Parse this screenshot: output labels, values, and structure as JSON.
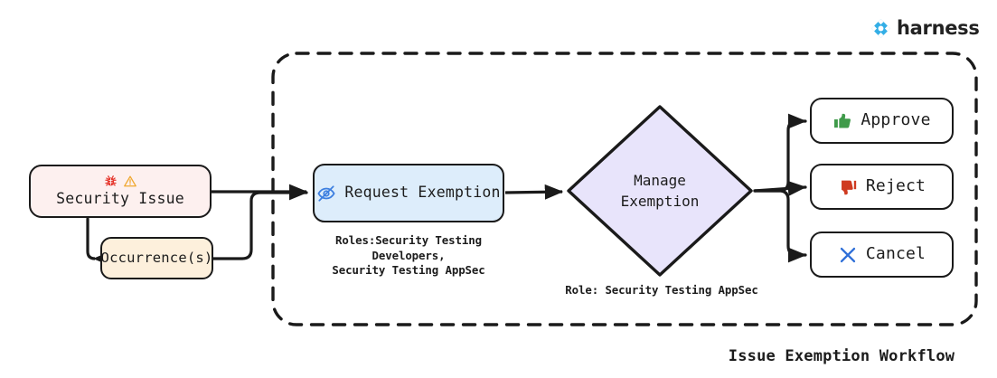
{
  "brand": {
    "name": "harness",
    "logo_icon": "harness-diamond-logo-icon",
    "accent_color": "#33aee6"
  },
  "diagram": {
    "title": "Issue Exemption Workflow",
    "container": {
      "style": "dashed-rounded-box",
      "border_color": "#1a1a1a"
    },
    "nodes": [
      {
        "id": "security-issue",
        "label": "Security Issue",
        "shape": "rounded-rect",
        "fill": "#fdf0ef",
        "icons": [
          "bug-icon",
          "warning-triangle-icon"
        ]
      },
      {
        "id": "occurrences",
        "label": "Occurrence(s)",
        "shape": "rounded-rect",
        "fill": "#fdf0dc",
        "icons": []
      },
      {
        "id": "request-exemption",
        "label": "Request Exemption",
        "shape": "rounded-rect",
        "fill": "#ddedfb",
        "icons": [
          "eye-slash-icon"
        ],
        "caption": "Roles:Security Testing Developers,\nSecurity Testing AppSec"
      },
      {
        "id": "manage-exemption",
        "label": "Manage\nExemption",
        "shape": "diamond",
        "fill": "#e8e4fb",
        "icons": [],
        "caption": "Role: Security Testing AppSec"
      },
      {
        "id": "approve",
        "label": "Approve",
        "shape": "rounded-rect",
        "fill": "#ffffff",
        "icons": [
          "thumbs-up-icon"
        ]
      },
      {
        "id": "reject",
        "label": "Reject",
        "shape": "rounded-rect",
        "fill": "#ffffff",
        "icons": [
          "thumbs-down-icon"
        ]
      },
      {
        "id": "cancel",
        "label": "Cancel",
        "shape": "rounded-rect",
        "fill": "#ffffff",
        "icons": [
          "x-cross-icon"
        ]
      }
    ],
    "edges": [
      {
        "from": "security-issue",
        "to": "request-exemption"
      },
      {
        "from": "security-issue",
        "to": "occurrences"
      },
      {
        "from": "occurrences",
        "to": "request-exemption"
      },
      {
        "from": "request-exemption",
        "to": "manage-exemption"
      },
      {
        "from": "manage-exemption",
        "to": "approve"
      },
      {
        "from": "manage-exemption",
        "to": "reject"
      },
      {
        "from": "manage-exemption",
        "to": "cancel"
      }
    ],
    "colors": {
      "bug_icon": "#e5342a",
      "warning_icon": "#f0a830",
      "eye_slash_icon": "#3d7fe0",
      "thumbs_up_icon": "#3f9a4a",
      "thumbs_down_icon": "#cf3a20",
      "x_icon": "#2f6fd8",
      "stroke": "#1a1a1a"
    }
  }
}
